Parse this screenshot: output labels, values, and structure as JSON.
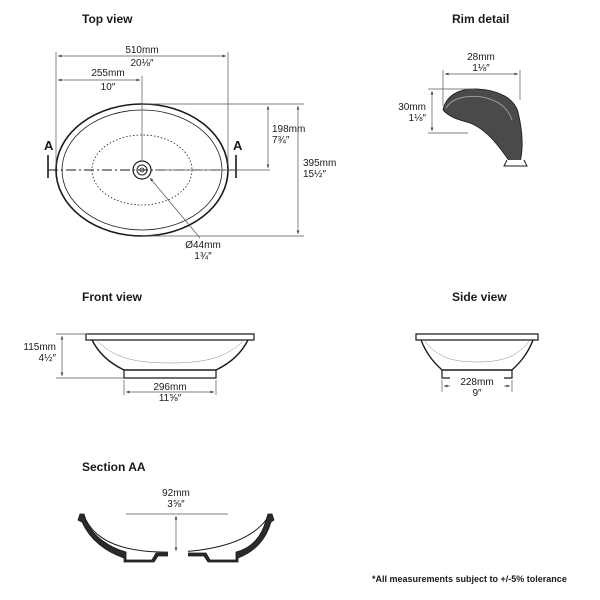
{
  "views": {
    "top": "Top view",
    "rim": "Rim detail",
    "front": "Front view",
    "side": "Side view",
    "section": "Section AA"
  },
  "section_mark": "A",
  "top_view": {
    "width": {
      "mm": "510mm",
      "in": "20⅛″"
    },
    "half_width": {
      "mm": "255mm",
      "in": "10″"
    },
    "half_depth": {
      "mm": "198mm",
      "in": "7¾″"
    },
    "depth": {
      "mm": "395mm",
      "in": "15½″"
    },
    "drain": {
      "mm": "Ø44mm",
      "in": "1¾″"
    }
  },
  "rim_detail": {
    "width": {
      "mm": "28mm",
      "in": "1⅛″"
    },
    "height": {
      "mm": "30mm",
      "in": "1⅛″"
    }
  },
  "front_view": {
    "height": {
      "mm": "115mm",
      "in": "4½″"
    },
    "base": {
      "mm": "296mm",
      "in": "11⅝″"
    }
  },
  "side_view": {
    "base": {
      "mm": "228mm",
      "in": "9″"
    }
  },
  "section_aa": {
    "depth": {
      "mm": "92mm",
      "in": "3⅝″"
    }
  },
  "footnote": "*All measurements subject to +/-5% tolerance",
  "colors": {
    "line": "#1a1a1a",
    "dimension": "#555555",
    "fill": "#2b2b2b"
  }
}
